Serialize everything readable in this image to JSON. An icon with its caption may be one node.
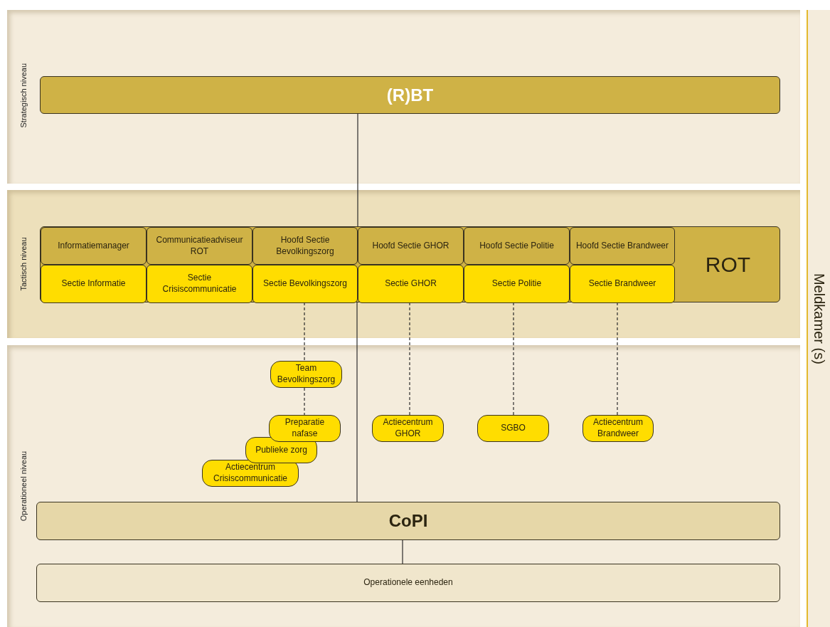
{
  "diagram": {
    "nodes": [
      {
        "text": [
          "Strategisch niveau"
        ]
      },
      {
        "text": [
          "(R)BT"
        ],
        "in": 0
      },
      {
        "text": [
          "Tactisch niveau"
        ]
      },
      {
        "text": [
          "ROT"
        ],
        "in": 2
      },
      {
        "text": [
          "Informatiemanager"
        ],
        "in": 3
      },
      {
        "text": [
          "Communicatieadviseur ROT"
        ],
        "in": 3
      },
      {
        "text": [
          "Hoofd Sectie Bevolkingszorg"
        ],
        "in": 3
      },
      {
        "text": [
          "Hoofd Sectie GHOR"
        ],
        "in": 3
      },
      {
        "text": [
          "Hoofd Sectie Politie"
        ],
        "in": 3
      },
      {
        "text": [
          "Hoofd Sectie Brandweer"
        ],
        "in": 3
      },
      {
        "text": [
          "Sectie Informatie"
        ],
        "in": 3
      },
      {
        "text": [
          "Sectie Crisiscommunicatie"
        ],
        "in": 3
      },
      {
        "text": [
          "Sectie Bevolkingszorg"
        ],
        "in": 3
      },
      {
        "text": [
          "Sectie GHOR"
        ],
        "in": 3
      },
      {
        "text": [
          "Sectie Politie"
        ],
        "in": 3
      },
      {
        "text": [
          "Sectie Brandweer"
        ],
        "in": 3
      },
      {
        "text": [
          "Operationeel niveau"
        ]
      },
      {
        "text": [
          "Team Bevolkingszorg"
        ],
        "in": 16
      },
      {
        "text": [
          "Preparatie nafase"
        ],
        "in": 16
      },
      {
        "text": [
          "Publieke zorg"
        ],
        "in": 16
      },
      {
        "text": [
          "Actiecentrum Crisiscommunicatie"
        ],
        "in": 16
      },
      {
        "text": [
          "Actiecentrum GHOR"
        ],
        "in": 16
      },
      {
        "text": [
          "SGBO"
        ],
        "in": 16
      },
      {
        "text": [
          "Actiecentrum Brandweer"
        ],
        "in": 16
      },
      {
        "text": [
          "CoPI"
        ],
        "in": 16
      },
      {
        "text": [
          "Operationele eenheden"
        ],
        "in": 16
      },
      {
        "text": [
          "Meldkamer (s)"
        ]
      }
    ],
    "edges": [
      {
        "from": 1,
        "to": 3,
        "arrow": "none"
      },
      {
        "from": 3,
        "to": 24,
        "arrow": "none"
      },
      {
        "from": 12,
        "to": 17,
        "arrow": "none",
        "style": "dashed"
      },
      {
        "from": 17,
        "to": 18,
        "arrow": "none",
        "style": "dashed"
      },
      {
        "from": 13,
        "to": 21,
        "arrow": "none",
        "style": "dashed"
      },
      {
        "from": 14,
        "to": 22,
        "arrow": "none",
        "style": "dashed"
      },
      {
        "from": 15,
        "to": 23,
        "arrow": "none",
        "style": "dashed"
      },
      {
        "from": 24,
        "to": 25,
        "arrow": "none"
      }
    ]
  }
}
